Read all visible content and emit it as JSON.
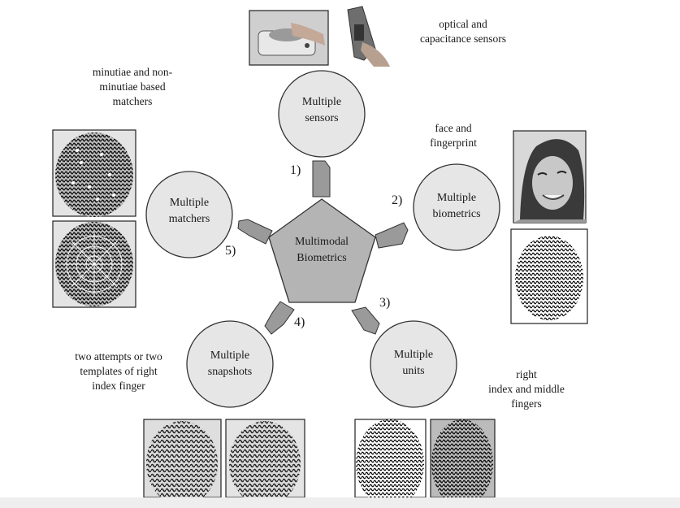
{
  "center": {
    "line1": "Multimodal",
    "line2": "Biometrics"
  },
  "nodes": {
    "sensors": {
      "line1": "Multiple",
      "line2": "sensors",
      "number": "1)",
      "caption": [
        "optical and",
        "capacitance sensors"
      ]
    },
    "biometrics": {
      "line1": "Multiple",
      "line2": "biometrics",
      "number": "2)",
      "caption": [
        "face and",
        "fingerprint"
      ]
    },
    "units": {
      "line1": "Multiple",
      "line2": "units",
      "number": "3)",
      "caption": [
        "right",
        "index and middle",
        "fingers"
      ]
    },
    "snapshots": {
      "line1": "Multiple",
      "line2": "snapshots",
      "number": "4)",
      "caption": [
        "two attempts or two",
        "templates of right",
        "index finger"
      ]
    },
    "matchers": {
      "line1": "Multiple",
      "line2": "matchers",
      "number": "5)",
      "caption": [
        "minutiae and non-",
        "minutiae based",
        "matchers"
      ]
    }
  },
  "colors": {
    "node_fill": "#e6e6e6",
    "pentagon_fill": "#b4b4b4",
    "arrow_fill": "#9a9a9a",
    "stroke": "#333333"
  }
}
